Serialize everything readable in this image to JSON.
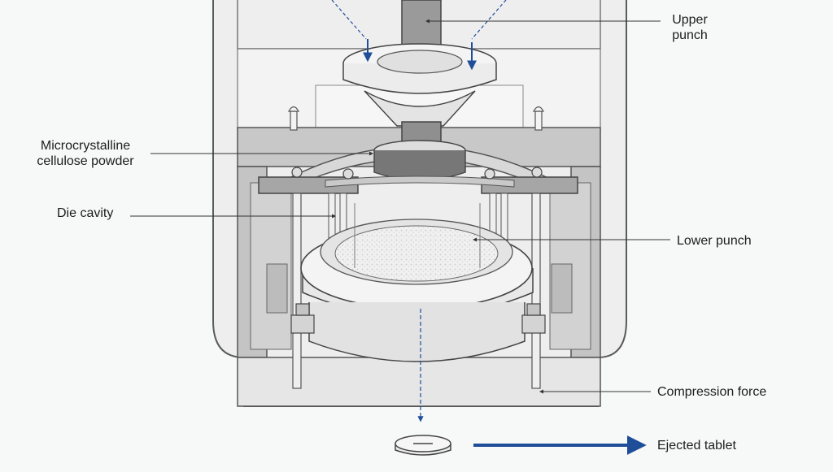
{
  "labels": {
    "upper_punch": [
      "Upper",
      "punch"
    ],
    "powder": [
      "Microcrystalline",
      "cellulose powder"
    ],
    "die_cavity": "Die cavity",
    "lower_punch": "Lower punch",
    "compression_force": "Compression force",
    "ejected_tablet": "Ejected tablet"
  },
  "colors": {
    "accent": "#1f4e99",
    "outline": "#4a4a4a",
    "housing": "#ececec",
    "frame": "#c4c4c4",
    "metal_light": "#f4f4f4",
    "metal_dark": "#8a8a8a"
  }
}
